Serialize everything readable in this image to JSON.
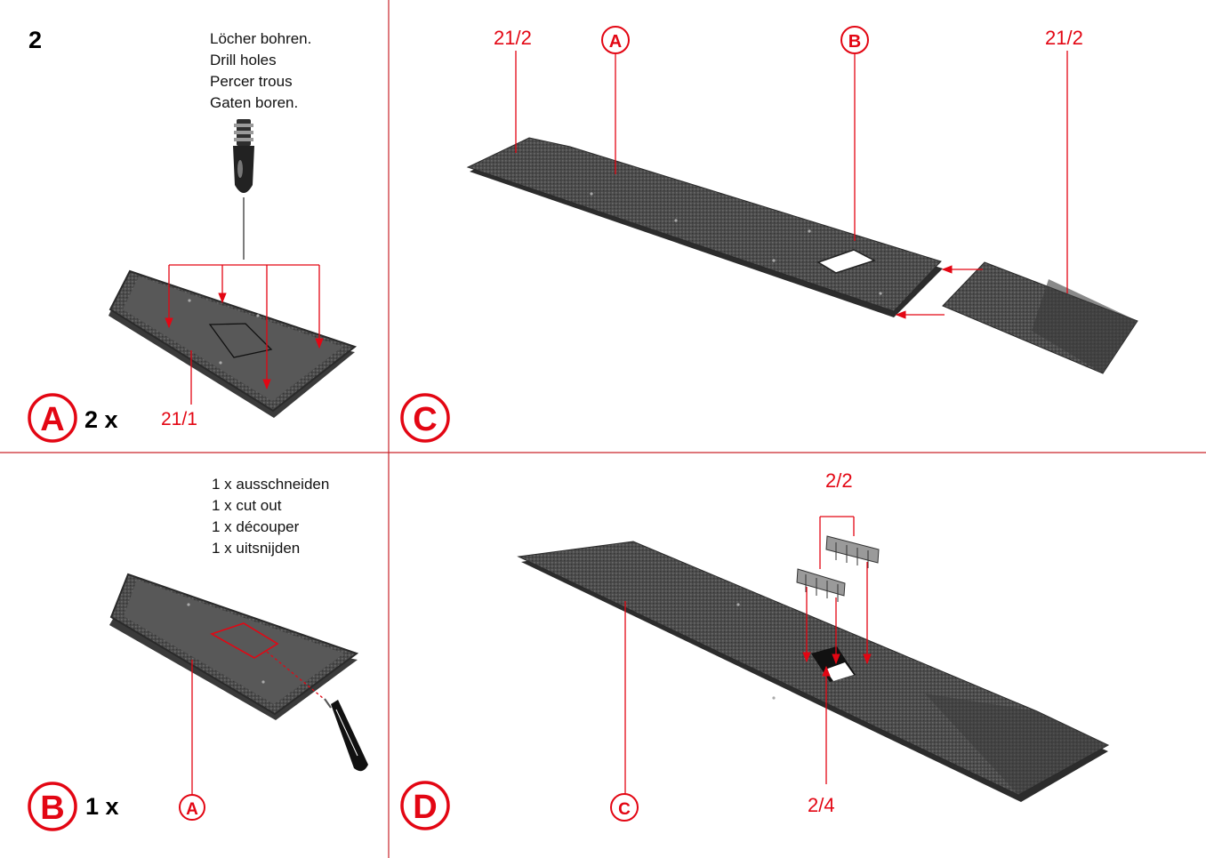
{
  "page": {
    "step_number": "2",
    "accent_color": "#e30613",
    "plate_color": "#4a4a4a"
  },
  "panel_a": {
    "badge": "A",
    "quantity": "2 x",
    "part_label": "21/1",
    "instructions": [
      "Löcher bohren.",
      "Drill holes",
      "Percer trous",
      "Gaten boren."
    ],
    "tool_icon": "hand-drill-icon"
  },
  "panel_b": {
    "badge": "B",
    "quantity": "1 x",
    "part_badge": "A",
    "instructions": [
      "1 x ausschneiden",
      "1 x cut out",
      "1 x découper",
      "1 x uitsnijden"
    ],
    "tool_icon": "craft-knife-icon"
  },
  "panel_c": {
    "badge": "C",
    "label_left": "21/2",
    "label_right": "21/2",
    "part_badge_a": "A",
    "part_badge_b": "B"
  },
  "panel_d": {
    "badge": "D",
    "label_top": "2/2",
    "label_bottom": "2/4",
    "part_badge": "C"
  }
}
